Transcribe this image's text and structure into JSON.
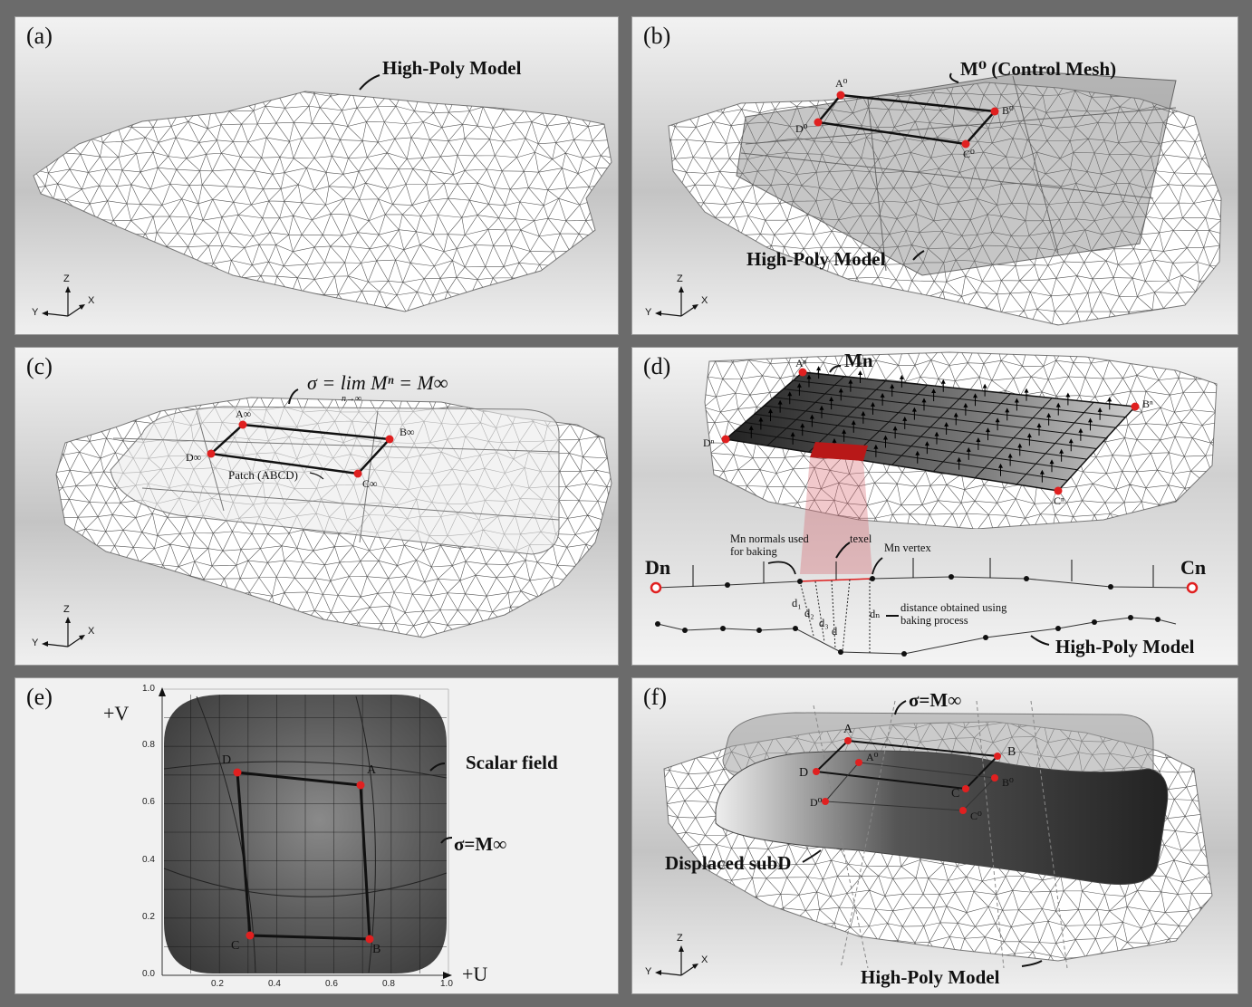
{
  "panels": {
    "a": {
      "label": "(a)",
      "high_poly": "High-Poly Model"
    },
    "b": {
      "label": "(b)",
      "control_mesh": "M⁰ (Control Mesh)",
      "high_poly": "High-Poly Model",
      "vertices": [
        "A⁰",
        "B⁰",
        "C⁰",
        "D⁰"
      ]
    },
    "c": {
      "label": "(c)",
      "limit_formula": "σ = lim Mⁿ = M∞",
      "limit_sub": "n→∞",
      "patch": "Patch (ABCD)",
      "vertices": [
        "A∞",
        "B∞",
        "C∞",
        "D∞"
      ]
    },
    "d": {
      "label": "(d)",
      "mn": "Mn",
      "dn": "Dn",
      "cn": "Cn",
      "normals_used": "Mn normals used for baking",
      "texel": "texel",
      "mn_vertex": "Mn vertex",
      "distance_note": "distance obtained using baking process",
      "high_poly": "High-Poly Model",
      "vertices": [
        "Aⁿ",
        "Bⁿ",
        "Cⁿ",
        "Dⁿ"
      ],
      "distances": [
        "d₁",
        "d₂",
        "d₃",
        "d",
        "dₙ"
      ]
    },
    "e": {
      "label": "(e)",
      "v_axis": "+V",
      "u_axis": "+U",
      "scalar_field": "Scalar field",
      "sigma": "σ=M∞",
      "vertices": [
        "A",
        "B",
        "C",
        "D"
      ],
      "y_ticks": [
        "1.0",
        "0.8",
        "0.6",
        "0.4",
        "0.2",
        "0.0"
      ],
      "x_ticks": [
        "0.2",
        "0.4",
        "0.6",
        "0.8",
        "1.0"
      ]
    },
    "f": {
      "label": "(f)",
      "sigma": "σ=M∞",
      "displaced": "Displaced subD",
      "high_poly": "High-Poly Model",
      "vertices": [
        "A",
        "B",
        "C",
        "D",
        "A⁰",
        "B⁰",
        "C⁰",
        "D⁰"
      ]
    }
  },
  "axes": {
    "z": "Z",
    "y": "Y",
    "x": "X"
  },
  "colors": {
    "vertex": "#e02020",
    "texel": "#b81818",
    "mesh": "#555555"
  }
}
